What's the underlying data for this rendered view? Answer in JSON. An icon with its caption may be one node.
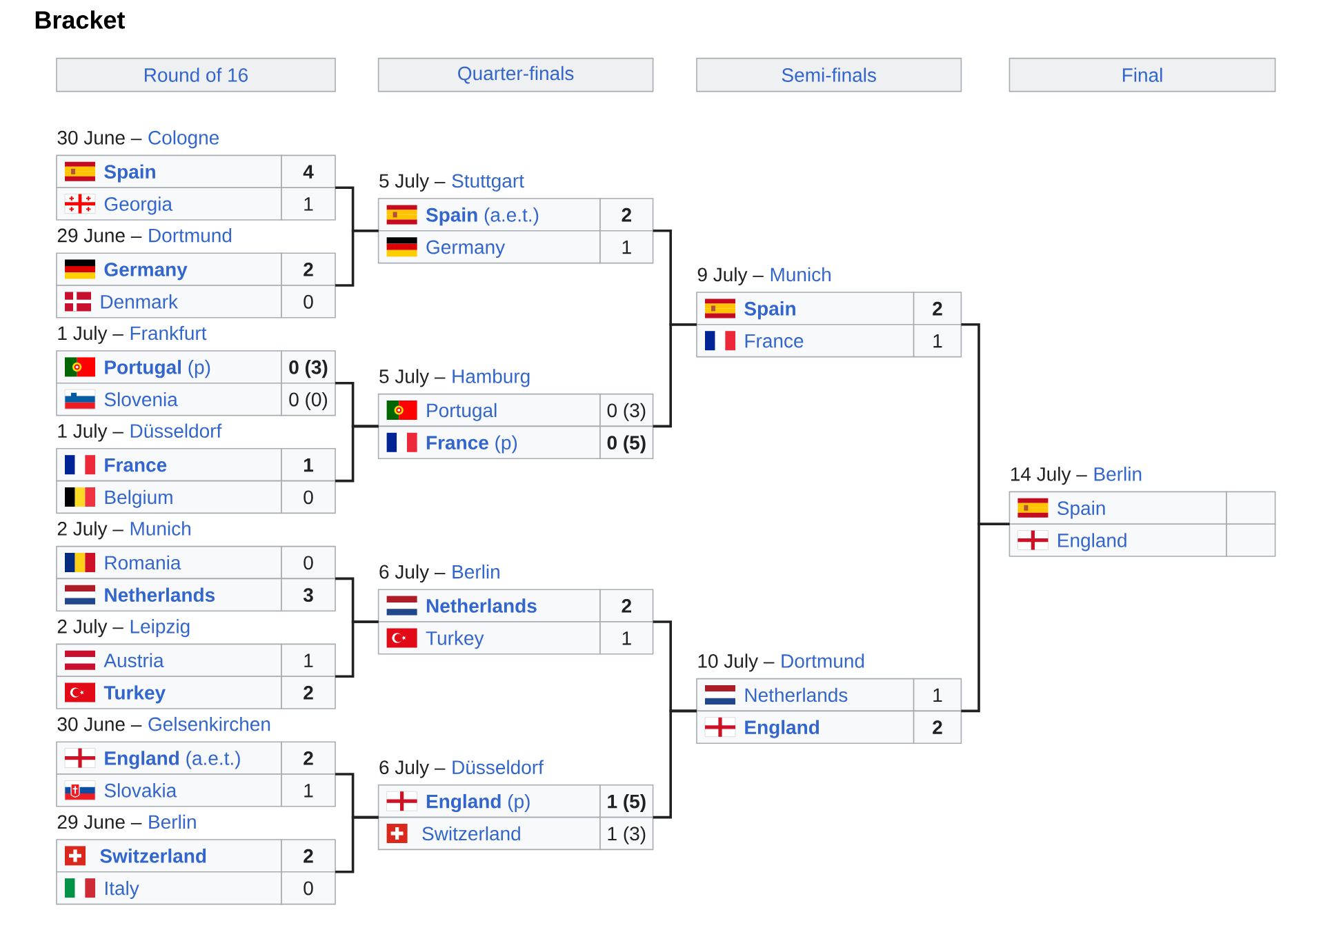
{
  "diagram": {
    "title": "Bracket",
    "nodes": [
      {
        "text": [
          "Round of 16"
        ]
      },
      {
        "text": [
          "Quarter-finals"
        ]
      },
      {
        "text": [
          "Semi-finals"
        ]
      },
      {
        "text": [
          "Final"
        ]
      },
      {
        "text": [
          "30 June –",
          "Cologne",
          "Spain",
          "4",
          "Georgia",
          "1"
        ]
      },
      {
        "text": [
          "29 June –",
          "Dortmund",
          "Germany",
          "2",
          "Denmark",
          "0"
        ]
      },
      {
        "text": [
          "1 July –",
          "Frankfurt",
          "**Portugal** (p)",
          "0 (3)",
          "Slovenia",
          "0 (0)"
        ]
      },
      {
        "text": [
          "1 July –",
          "Düsseldorf",
          "France",
          "1",
          "Belgium",
          "0"
        ]
      },
      {
        "text": [
          "2 July –",
          "Munich",
          "Romania",
          "0",
          "Netherlands",
          "3"
        ]
      },
      {
        "text": [
          "2 July –",
          "Leipzig",
          "Austria",
          "1",
          "Turkey",
          "2"
        ]
      },
      {
        "text": [
          "30 June –",
          "Gelsenkirchen",
          "**England** (a.e.t.)",
          "2",
          "Slovakia",
          "1"
        ]
      },
      {
        "text": [
          "29 June –",
          "Berlin",
          "Switzerland",
          "2",
          "Italy",
          "0"
        ]
      },
      {
        "text": [
          "5 July –",
          "Stuttgart",
          "**Spain** (a.e.t.)",
          "2",
          "Germany",
          "1"
        ]
      },
      {
        "text": [
          "5 July –",
          "Hamburg",
          "Portugal",
          "0 (3)",
          "**France** (p)",
          "0 (5)"
        ]
      },
      {
        "text": [
          "6 July –",
          "Berlin",
          "Netherlands",
          "2",
          "Turkey",
          "1"
        ]
      },
      {
        "text": [
          "6 July –",
          "Düsseldorf",
          "**England** (p)",
          "1 (5)",
          "Switzerland",
          "1 (3)"
        ]
      },
      {
        "text": [
          "9 July –",
          "Munich",
          "Spain",
          "2",
          "France",
          "1"
        ]
      },
      {
        "text": [
          "10 July –",
          "Dortmund",
          "Netherlands",
          "1",
          "England",
          "2"
        ]
      },
      {
        "text": [
          "14 July –",
          "Berlin",
          "Spain",
          "England"
        ]
      }
    ],
    "edges": [
      {
        "from": 4,
        "to": 12,
        "arrow": "none"
      },
      {
        "from": 5,
        "to": 12,
        "arrow": "none"
      },
      {
        "from": 6,
        "to": 13,
        "arrow": "none"
      },
      {
        "from": 7,
        "to": 13,
        "arrow": "none"
      },
      {
        "from": 8,
        "to": 14,
        "arrow": "none"
      },
      {
        "from": 9,
        "to": 14,
        "arrow": "none"
      },
      {
        "from": 10,
        "to": 15,
        "arrow": "none"
      },
      {
        "from": 11,
        "to": 15,
        "arrow": "none"
      },
      {
        "from": 12,
        "to": 16,
        "arrow": "none"
      },
      {
        "from": 13,
        "to": 16,
        "arrow": "none"
      },
      {
        "from": 14,
        "to": 17,
        "arrow": "none"
      },
      {
        "from": 15,
        "to": 17,
        "arrow": "none"
      },
      {
        "from": 16,
        "to": 18,
        "arrow": "none"
      },
      {
        "from": 17,
        "to": 18,
        "arrow": "none"
      }
    ]
  }
}
